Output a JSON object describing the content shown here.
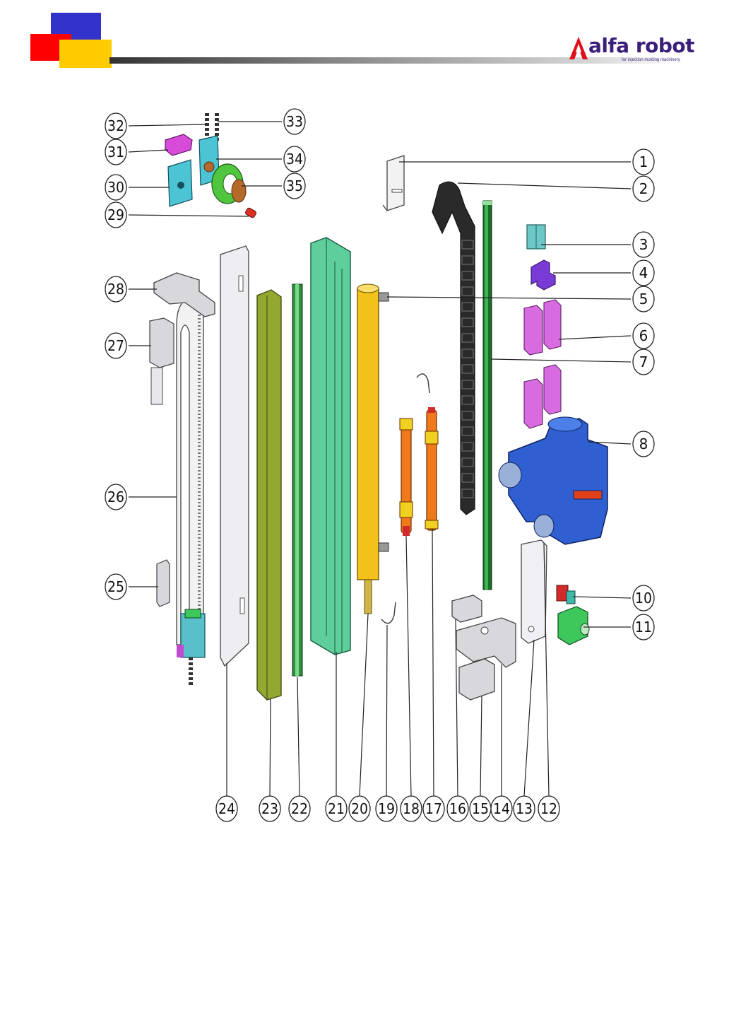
{
  "header": {
    "logo_text": "alfa robot",
    "logo_mark_text": "ALFA",
    "logo_tagline": "for injection molding machinery",
    "colors": {
      "blue": "#3333cc",
      "red": "#ff0000",
      "yellow": "#ffcc00",
      "brand": "#3a1f7a"
    }
  },
  "diagram": {
    "part_numbers": [
      "1",
      "2",
      "3",
      "4",
      "5",
      "6",
      "7",
      "8",
      "10",
      "11",
      "12",
      "13",
      "14",
      "15",
      "16",
      "17",
      "18",
      "19",
      "20",
      "21",
      "22",
      "23",
      "24",
      "25",
      "26",
      "27",
      "28",
      "29",
      "30",
      "31",
      "32",
      "33",
      "34",
      "35"
    ]
  }
}
